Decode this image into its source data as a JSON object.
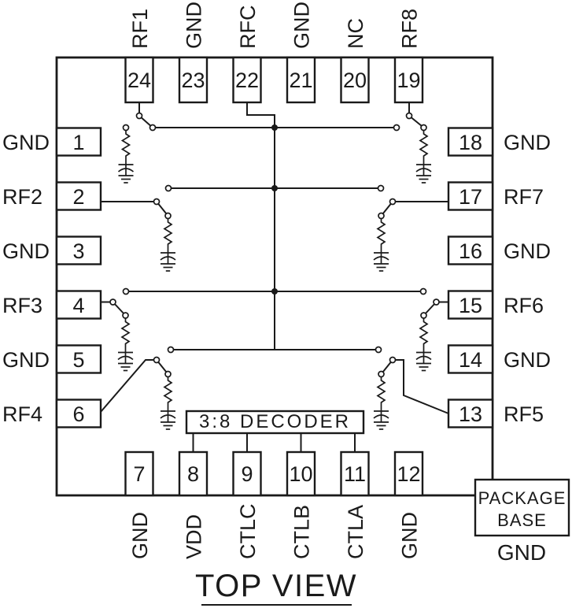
{
  "title": "TOP VIEW",
  "decoder": {
    "label": "3:8 DECODER"
  },
  "package_base": {
    "line1": "PACKAGE",
    "line2": "BASE",
    "ground_label": "GND"
  },
  "colors": {
    "line": "#1a1a1a",
    "background": "#ffffff"
  },
  "pins": {
    "top": [
      {
        "num": "24",
        "name": "RF1"
      },
      {
        "num": "23",
        "name": "GND"
      },
      {
        "num": "22",
        "name": "RFC"
      },
      {
        "num": "21",
        "name": "GND"
      },
      {
        "num": "20",
        "name": "NC"
      },
      {
        "num": "19",
        "name": "RF8"
      }
    ],
    "left": [
      {
        "num": "1",
        "name": "GND"
      },
      {
        "num": "2",
        "name": "RF2"
      },
      {
        "num": "3",
        "name": "GND"
      },
      {
        "num": "4",
        "name": "RF3"
      },
      {
        "num": "5",
        "name": "GND"
      },
      {
        "num": "6",
        "name": "RF4"
      }
    ],
    "right": [
      {
        "num": "18",
        "name": "GND"
      },
      {
        "num": "17",
        "name": "RF7"
      },
      {
        "num": "16",
        "name": "GND"
      },
      {
        "num": "15",
        "name": "RF6"
      },
      {
        "num": "14",
        "name": "GND"
      },
      {
        "num": "13",
        "name": "RF5"
      }
    ],
    "bottom": [
      {
        "num": "7",
        "name": "GND"
      },
      {
        "num": "8",
        "name": "VDD"
      },
      {
        "num": "9",
        "name": "CTLC"
      },
      {
        "num": "10",
        "name": "CTLB"
      },
      {
        "num": "11",
        "name": "CTLA"
      },
      {
        "num": "12",
        "name": "GND"
      }
    ]
  }
}
